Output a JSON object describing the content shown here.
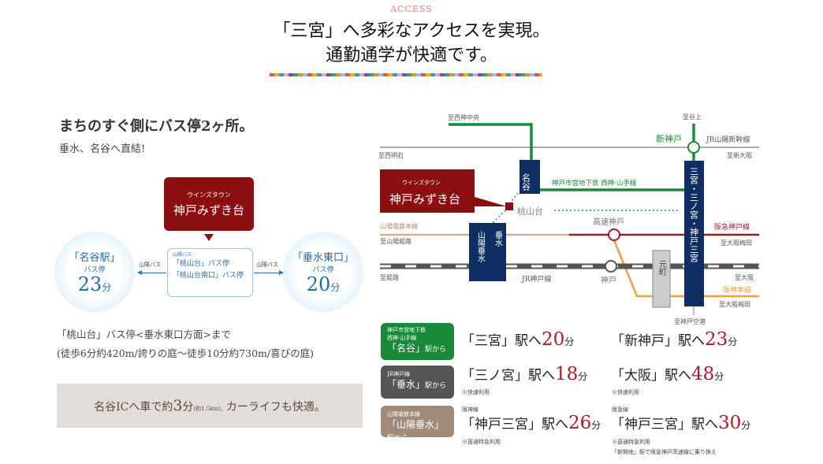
{
  "header": {
    "eyebrow": "ACCESS",
    "title_line1": "「三宮」へ多彩なアクセスを実現。",
    "title_line2": "通勤通学が快適です。"
  },
  "bus": {
    "heading": "まちのすぐ側にバス停2ヶ所。",
    "subheading": "垂水、名谷へ直結!",
    "estate_small": "ウインズタウン",
    "estate_name": "神戸みずき台",
    "stop_company": "山陽バス",
    "stop1": "「桃山台」バス停",
    "stop2": "「桃山台南口」バス停",
    "left_route": "山陽バス",
    "right_route": "山陽バス",
    "left_dest": {
      "name": "「名谷駅」",
      "kind": "バス停",
      "minutes": "23",
      "unit": "分"
    },
    "right_dest": {
      "name": "「垂水東口」",
      "kind": "バス停",
      "minutes": "20",
      "unit": "分"
    },
    "walk_line1": "「桃山台」バス停<垂水東口方面>まで",
    "walk_line2": "(徒歩6分約420m/誇りの庭〜徒歩10分約730m/喜びの庭)"
  },
  "car": {
    "pre": "名谷ICへ車で約",
    "num": "3",
    "unit": "分",
    "paren": "(約1.5km)。",
    "post": "カーライフも快適。"
  },
  "map": {
    "to_seishin": "至西神中央",
    "to_tanigami": "至谷上",
    "shinkobe": "新神戸",
    "shinkansen": "JR山陽新幹線",
    "to_shinosaka": "至新大阪",
    "to_nishiakashi": "至西明石",
    "estate_small": "ウインズタウン",
    "estate_name": "神戸みずき台",
    "myodani": "名谷",
    "subway": "神戸市営地下鉄 西神·山手線",
    "momoyamadai": "桃山台",
    "sannomiya": "三宮・三ノ宮・神戸三宮",
    "sanyo": "山陽電鉄本線",
    "to_himeji_sanyo": "至山陽姫路",
    "kosoku": "高速神戸",
    "hankyu": "阪急神戸線",
    "to_umeda1": "至大阪梅田",
    "tarumi1": "垂水",
    "tarumi2": "山陽垂水",
    "to_himeji": "至姫路",
    "jr_kobe": "JR神戸線",
    "kobe": "神戸",
    "motomachi": "元町",
    "to_osaka": "至大阪",
    "hanshin": "阪神本線",
    "to_umeda2": "至大阪梅田",
    "to_airport": "至神戸空港",
    "colors": {
      "subway": "#1a8a3a",
      "navy": "#0f2f63",
      "hankyu": "#9b1b24",
      "sanyo": "#b8a08a",
      "hanshin": "#f0a040",
      "estate": "#8b0f10"
    }
  },
  "routes": [
    {
      "badge_line": "神戸市営地下鉄",
      "badge_line2": "西神·山手線",
      "badge_from": "「名谷」",
      "badge_suffix": "駅から",
      "color": "#1a8a3a",
      "a": {
        "name": "「三宮」駅へ",
        "min": "20",
        "unit": "分"
      },
      "b": {
        "name": "「新神戸」駅へ",
        "min": "23",
        "unit": "分"
      }
    },
    {
      "badge_line": "JR神戸線",
      "badge_from": "「垂水」",
      "badge_suffix": "駅から",
      "color": "#555555",
      "a": {
        "name": "「三ノ宮」駅へ",
        "min": "18",
        "unit": "分",
        "note": "※快速利用"
      },
      "b": {
        "name": "「大阪」駅へ",
        "min": "48",
        "unit": "分",
        "note": "※快速利用"
      }
    },
    {
      "badge_line": "山陽電鉄本線",
      "badge_from": "「山陽垂水」",
      "badge_suffix": "駅から",
      "color": "#a08a78",
      "a": {
        "line": "阪神線",
        "name": "「神戸三宮」駅へ",
        "min": "26",
        "unit": "分",
        "note": "※直通特急利用"
      },
      "b": {
        "line": "阪急線",
        "name": "「神戸三宮」駅へ",
        "min": "30",
        "unit": "分",
        "note": "※直通特急利用",
        "note2": "「新開地」駅で阪急神戸高速線に乗り換え"
      }
    }
  ]
}
